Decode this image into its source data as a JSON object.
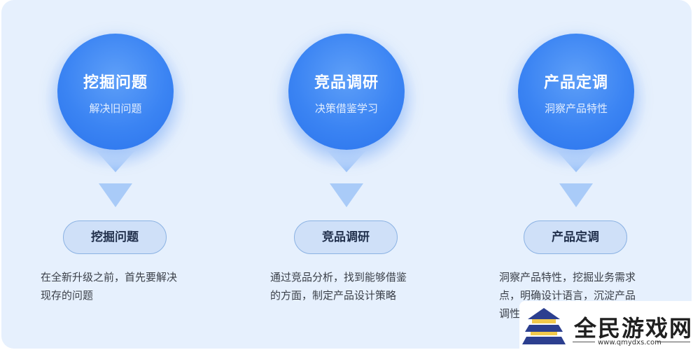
{
  "stages": [
    {
      "title": "挖掘问题",
      "subtitle": "解决旧问题",
      "label": "挖掘问题",
      "desc_line1": "在全新升级之前，首先要解决",
      "desc_line2": "现存的问题"
    },
    {
      "title": "竞品调研",
      "subtitle": "决策借鉴学习",
      "label": "竞品调研",
      "desc_line1": "通过竞品分析，找到能够借鉴",
      "desc_line2": "的方面，制定产品设计策略"
    },
    {
      "title": "产品定调",
      "subtitle": "洞察产品特性",
      "label": "产品定调",
      "desc_line1": "洞察产品特性，挖掘业务需求",
      "desc_line2": "点，明确设计语言，沉淀产品",
      "desc_line3": "调性"
    }
  ],
  "watermark": {
    "brand": "全民游戏网",
    "url": "www.qmydxs.com"
  },
  "colors": {
    "panel_bg": "#e6f0fd",
    "circle_blue": "#3b84f3",
    "pill_bg": "#cfe0f8",
    "pill_border": "#8bb2e3"
  }
}
